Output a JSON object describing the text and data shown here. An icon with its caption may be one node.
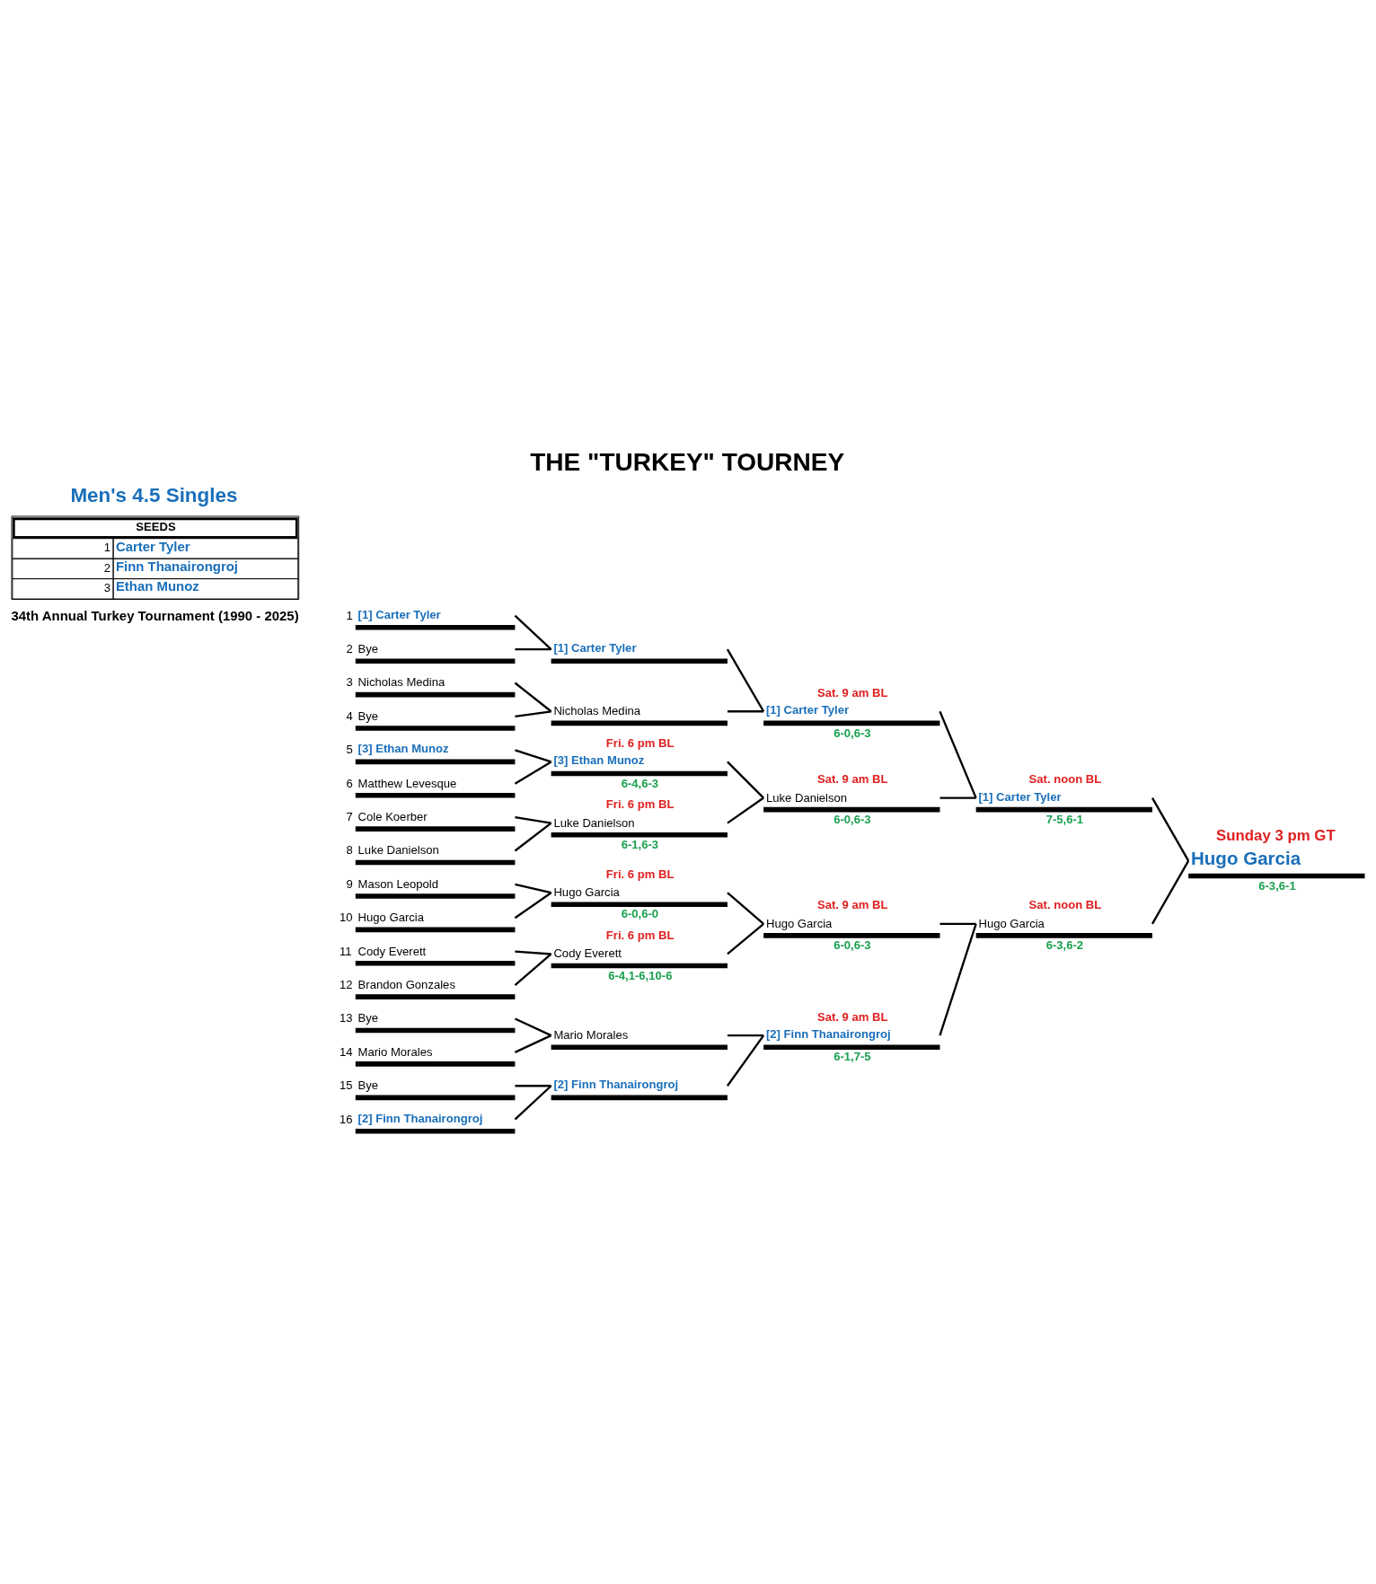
{
  "diagram": {
    "title": "THE \"TURKEY\" TOURNEY",
    "nodes": [
      {
        "text": [
          "[1] Carter Tyler"
        ],
        "beside": [
          "1"
        ]
      },
      {
        "text": [
          "Bye"
        ],
        "beside": [
          "2"
        ]
      },
      {
        "text": [
          "Nicholas Medina"
        ],
        "beside": [
          "3"
        ]
      },
      {
        "text": [
          "Bye"
        ],
        "beside": [
          "4"
        ]
      },
      {
        "text": [
          "[3] Ethan Munoz"
        ],
        "beside": [
          "5"
        ]
      },
      {
        "text": [
          "Matthew Levesque"
        ],
        "beside": [
          "6"
        ]
      },
      {
        "text": [
          "Cole Koerber"
        ],
        "beside": [
          "7"
        ]
      },
      {
        "text": [
          "Luke Danielson"
        ],
        "beside": [
          "8"
        ]
      },
      {
        "text": [
          "Mason Leopold"
        ],
        "beside": [
          "9"
        ]
      },
      {
        "text": [
          "Hugo Garcia"
        ],
        "beside": [
          "10"
        ]
      },
      {
        "text": [
          "Cody Everett"
        ],
        "beside": [
          "11"
        ]
      },
      {
        "text": [
          "Brandon Gonzales"
        ],
        "beside": [
          "12"
        ]
      },
      {
        "text": [
          "Bye"
        ],
        "beside": [
          "13"
        ]
      },
      {
        "text": [
          "Mario Morales"
        ],
        "beside": [
          "14"
        ]
      },
      {
        "text": [
          "Bye"
        ],
        "beside": [
          "15"
        ]
      },
      {
        "text": [
          "[2] Finn Thanairongroj"
        ],
        "beside": [
          "16"
        ]
      },
      {
        "text": [
          "[1] Carter Tyler"
        ]
      },
      {
        "text": [
          "Nicholas Medina"
        ]
      },
      {
        "text": [
          "[3] Ethan Munoz"
        ],
        "beside": [
          "Fri. 6 pm BL",
          "6-4,6-3"
        ]
      },
      {
        "text": [
          "Luke Danielson"
        ],
        "beside": [
          "Fri. 6 pm BL",
          "6-1,6-3"
        ]
      },
      {
        "text": [
          "Hugo Garcia"
        ],
        "beside": [
          "Fri. 6 pm BL",
          "6-0,6-0"
        ]
      },
      {
        "text": [
          "Cody Everett"
        ],
        "beside": [
          "Fri. 6 pm BL",
          "6-4,1-6,10-6"
        ]
      },
      {
        "text": [
          "Mario Morales"
        ]
      },
      {
        "text": [
          "[2] Finn Thanairongroj"
        ]
      },
      {
        "text": [
          "[1] Carter Tyler"
        ],
        "beside": [
          "Sat. 9 am BL",
          "6-0,6-3"
        ]
      },
      {
        "text": [
          "Luke Danielson"
        ],
        "beside": [
          "Sat. 9 am BL",
          "6-0,6-3"
        ]
      },
      {
        "text": [
          "Hugo Garcia"
        ],
        "beside": [
          "Sat. 9 am BL",
          "6-0,6-3"
        ]
      },
      {
        "text": [
          "[2] Finn Thanairongroj"
        ],
        "beside": [
          "Sat. 9 am BL",
          "6-1,7-5"
        ]
      },
      {
        "text": [
          "[1] Carter Tyler"
        ],
        "beside": [
          "Sat. noon BL",
          "7-5,6-1"
        ]
      },
      {
        "text": [
          "Hugo Garcia"
        ],
        "beside": [
          "Sat. noon BL",
          "6-3,6-2"
        ]
      },
      {
        "text": [
          "Hugo Garcia"
        ],
        "beside": [
          "Sunday 3 pm GT",
          "6-3,6-1"
        ]
      }
    ],
    "edges": [
      {
        "from": 0,
        "to": 16,
        "arrow": "none"
      },
      {
        "from": 1,
        "to": 16,
        "arrow": "none"
      },
      {
        "from": 2,
        "to": 17,
        "arrow": "none"
      },
      {
        "from": 3,
        "to": 17,
        "arrow": "none"
      },
      {
        "from": 4,
        "to": 18,
        "arrow": "none"
      },
      {
        "from": 5,
        "to": 18,
        "arrow": "none"
      },
      {
        "from": 6,
        "to": 19,
        "arrow": "none"
      },
      {
        "from": 7,
        "to": 19,
        "arrow": "none"
      },
      {
        "from": 8,
        "to": 20,
        "arrow": "none"
      },
      {
        "from": 9,
        "to": 20,
        "arrow": "none"
      },
      {
        "from": 10,
        "to": 21,
        "arrow": "none"
      },
      {
        "from": 11,
        "to": 21,
        "arrow": "none"
      },
      {
        "from": 12,
        "to": 22,
        "arrow": "none"
      },
      {
        "from": 13,
        "to": 22,
        "arrow": "none"
      },
      {
        "from": 14,
        "to": 23,
        "arrow": "none"
      },
      {
        "from": 15,
        "to": 23,
        "arrow": "none"
      },
      {
        "from": 16,
        "to": 24,
        "arrow": "none"
      },
      {
        "from": 17,
        "to": 24,
        "arrow": "none"
      },
      {
        "from": 18,
        "to": 25,
        "arrow": "none"
      },
      {
        "from": 19,
        "to": 25,
        "arrow": "none"
      },
      {
        "from": 20,
        "to": 26,
        "arrow": "none"
      },
      {
        "from": 21,
        "to": 26,
        "arrow": "none"
      },
      {
        "from": 22,
        "to": 27,
        "arrow": "none"
      },
      {
        "from": 23,
        "to": 27,
        "arrow": "none"
      },
      {
        "from": 24,
        "to": 28,
        "arrow": "none"
      },
      {
        "from": 25,
        "to": 28,
        "arrow": "none"
      },
      {
        "from": 26,
        "to": 29,
        "arrow": "none"
      },
      {
        "from": 27,
        "to": 29,
        "arrow": "none"
      },
      {
        "from": 28,
        "to": 30,
        "arrow": "none"
      },
      {
        "from": 29,
        "to": 30,
        "arrow": "none"
      }
    ],
    "labels": [
      "SEEDS",
      "1",
      "Carter Tyler",
      "2",
      "Finn Thanairongroj",
      "3",
      "Ethan Munoz",
      "Men's 4.5 Singles",
      "34th Annual Turkey Tournament (1990 - 2025)"
    ]
  }
}
